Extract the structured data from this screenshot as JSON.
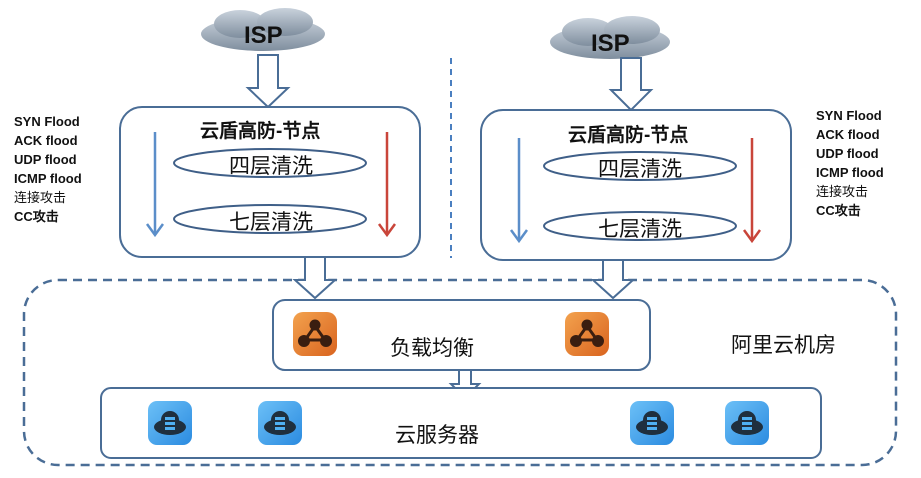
{
  "diagram": {
    "left_node": {
      "isp_label": "ISP",
      "title": "云盾高防-节点",
      "layer4": "四层清洗",
      "layer7": "七层清洗",
      "attacks": [
        "SYN Flood",
        "ACK flood",
        "UDP flood",
        "ICMP flood",
        "连接攻击",
        "CC攻击"
      ]
    },
    "right_node": {
      "isp_label": "ISP",
      "title": "云盾高防-节点",
      "layer4": "四层清洗",
      "layer7": "七层清洗",
      "attacks": [
        "SYN Flood",
        "ACK flood",
        "UDP flood",
        "ICMP flood",
        "连接攻击",
        "CC攻击"
      ]
    },
    "datacenter": {
      "label": "阿里云机房",
      "load_balancer": {
        "label": "负载均衡",
        "icon_count": 2,
        "icon": "load-balancer-icon"
      },
      "servers": {
        "label": "云服务器",
        "icon_count": 4,
        "icon": "cloud-server-icon"
      }
    },
    "colors": {
      "border": "#4a6d96",
      "blue_arrow": "#5b8ec9",
      "red_arrow": "#c9453a",
      "lb_orange": "#e5782e",
      "server_blue": "#3fa0ee",
      "cloud_gray": "#8d9aa8"
    }
  }
}
